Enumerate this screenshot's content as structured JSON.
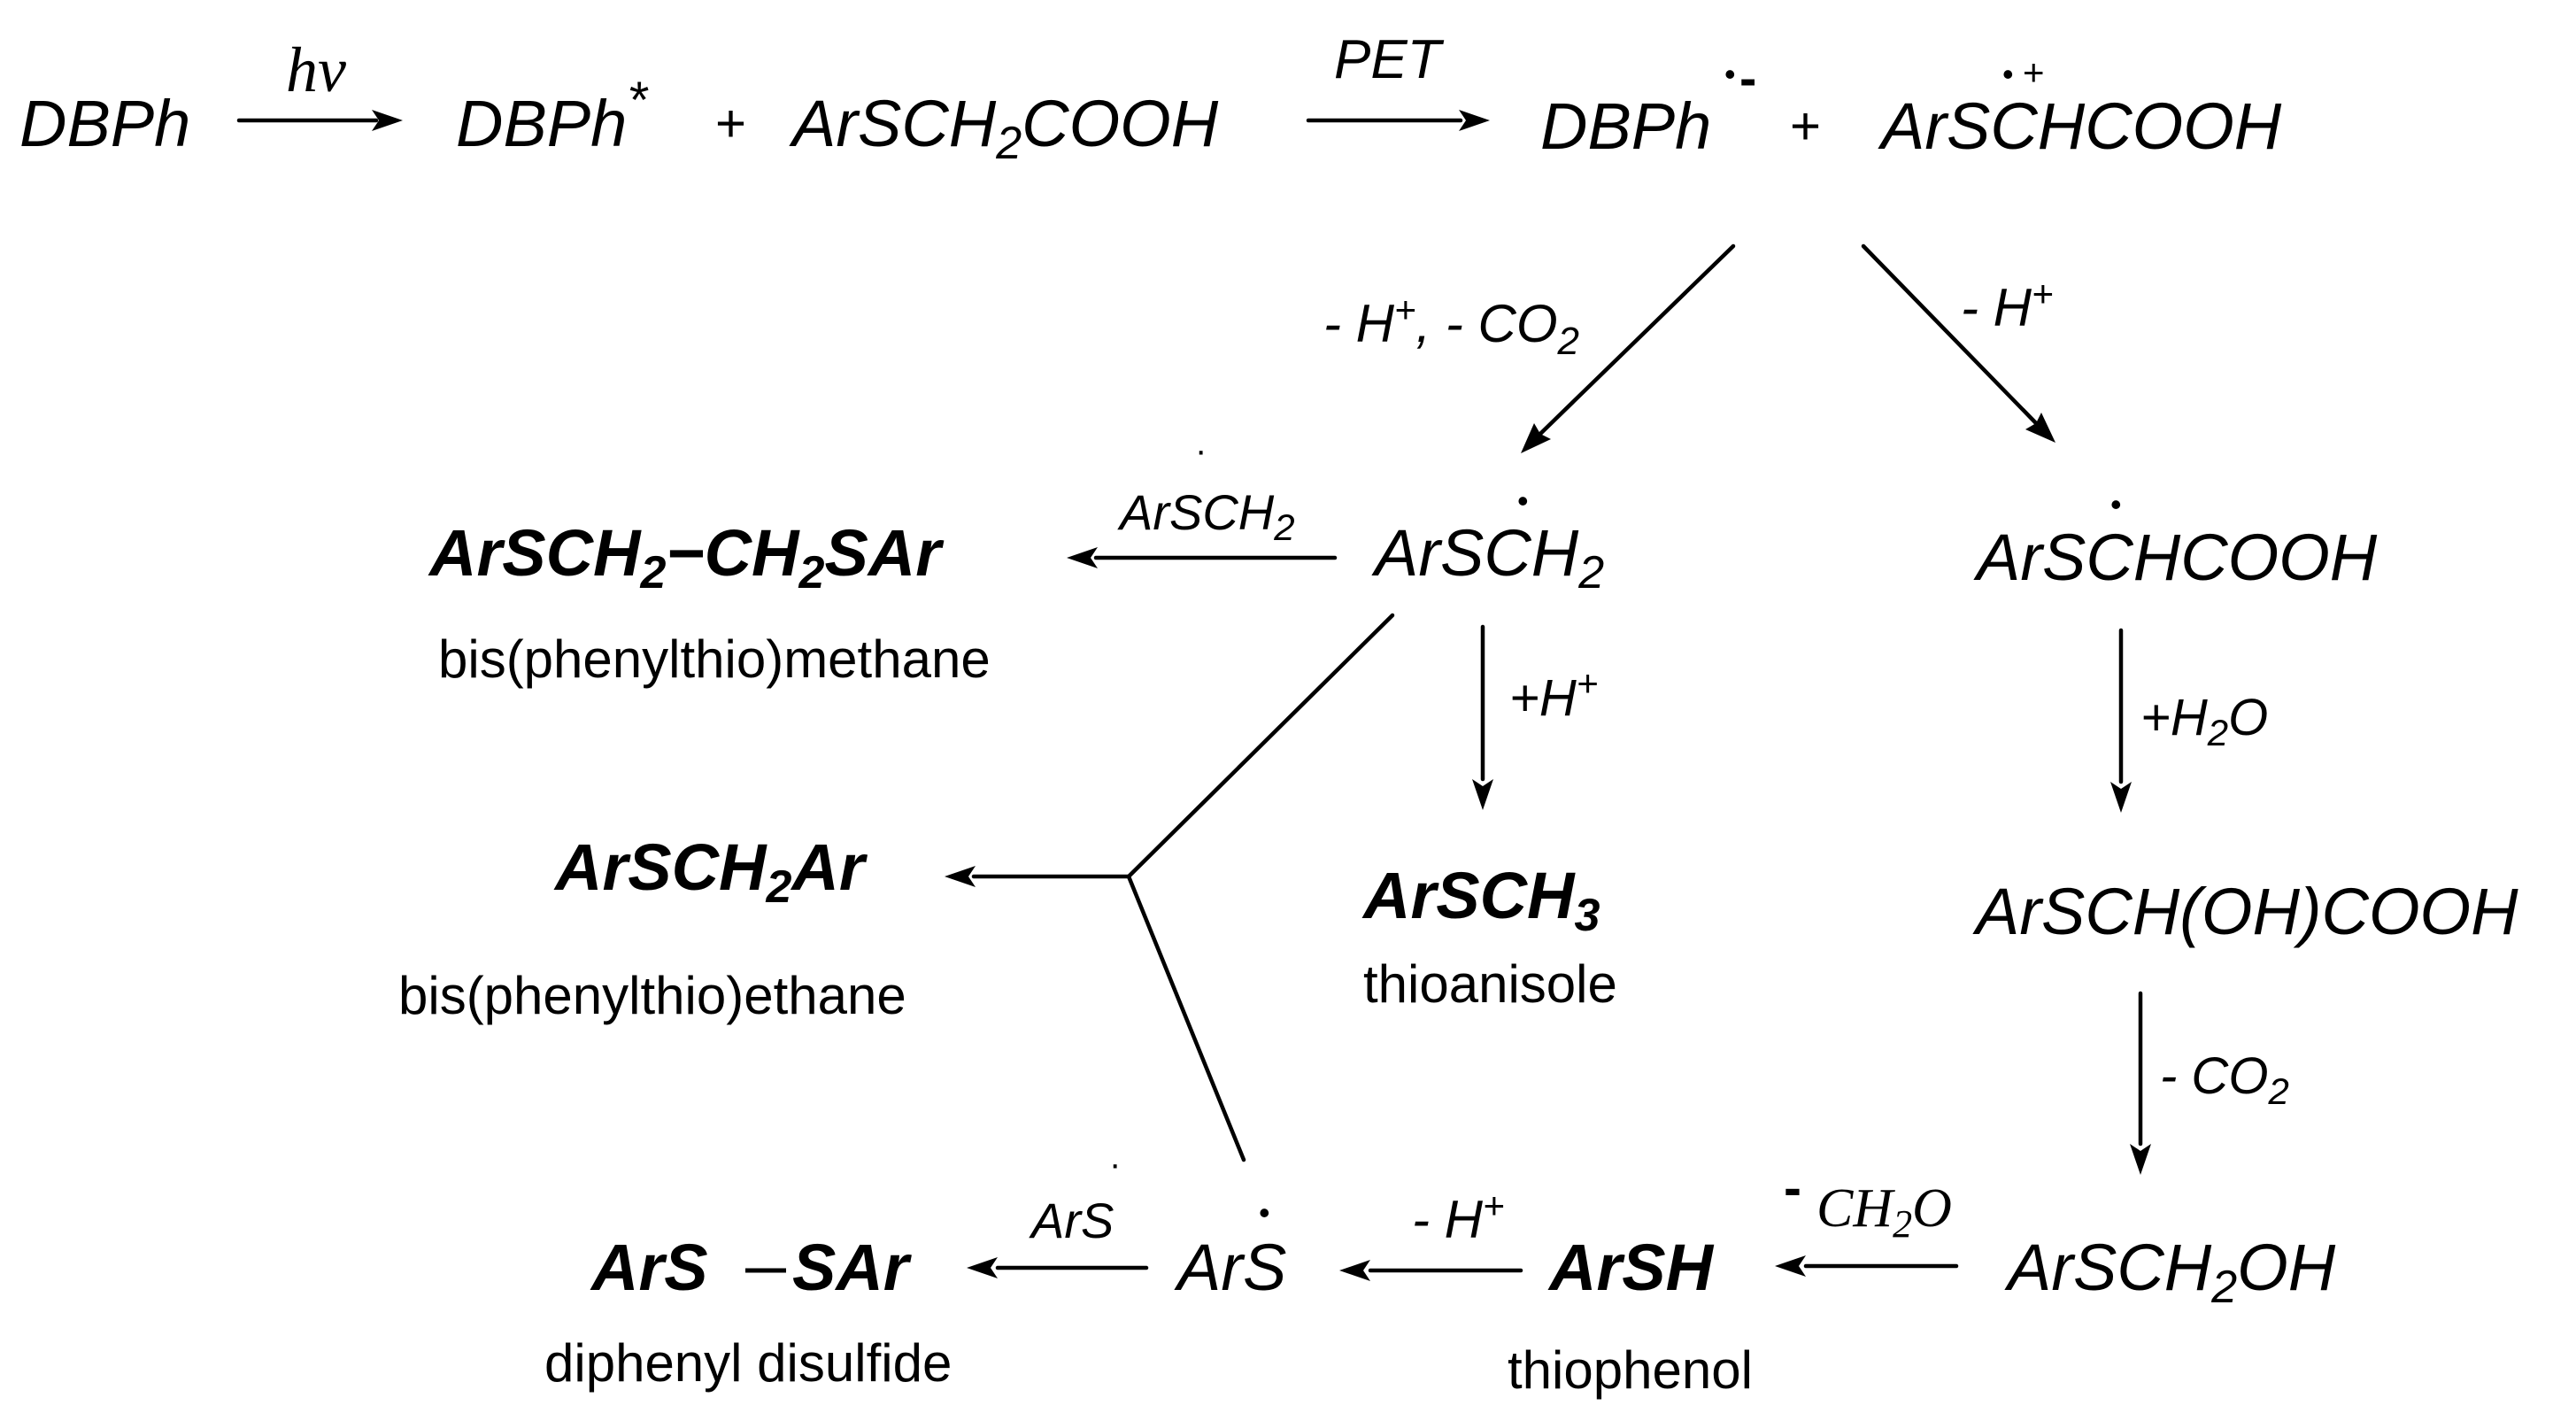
{
  "colors": {
    "ink": "#000000",
    "background": "#ffffff"
  },
  "row1": {
    "dbph": "DBPh",
    "hv": "hv",
    "dbph_star": "DBPh",
    "star": "*",
    "plus1": "+",
    "arsch2cooh_a": "ArSCH",
    "arsch2cooh_sub": "2",
    "arsch2cooh_b": "COOH",
    "pet": "PET",
    "dbph_anion": "DBPh",
    "anion_dot": "•",
    "anion_minus": "-",
    "plus2": "+",
    "radcat_a": "ArS",
    "radcat_dot": "•",
    "radcat_plus": "+",
    "radcat_b": "CHCOOH"
  },
  "conditions": {
    "left_branch_a": "- H",
    "left_branch_sup": "+",
    "left_branch_b": ", - CO",
    "left_branch_sub": "2",
    "right_branch_a": "- H",
    "right_branch_sup": "+",
    "arsch2_reagent_a": "ArSCH",
    "arsch2_reagent_sub": "2",
    "arsch2_reagent_dot": "·",
    "plus_h_a": "+H",
    "plus_h_sup": "+",
    "plus_h2o_a": "+H",
    "plus_h2o_sub": "2",
    "plus_h2o_b": "O",
    "minus_co2_a": "- CO",
    "minus_co2_sub": "2",
    "minus_ch2o_minus": "-",
    "minus_ch2o_a": "CH",
    "minus_ch2o_sub": "2",
    "minus_ch2o_b": "O",
    "minus_h_a": "- H",
    "minus_h_sup": "+",
    "ars_reagent": "ArS",
    "ars_reagent_dot": "·"
  },
  "species": {
    "arsch2_radical_a": "ArSCH",
    "arsch2_radical_sub": "2",
    "arsch2_radical_dot": "•",
    "arschcooh_radical_a": "ArS",
    "arschcooh_radical_b": "CHCOOH",
    "arschcooh_radical_dot": "•",
    "dimer_a": "ArSCH",
    "dimer_sub1": "2",
    "dimer_b": "−CH",
    "dimer_sub2": "2",
    "dimer_c": "SAr",
    "dimer_name": "bis(phenylthio)methane",
    "arsch2ar_a": "ArSCH",
    "arsch2ar_sub": "2",
    "arsch2ar_b": "Ar",
    "arsch2ar_name": "bis(phenylthio)ethane",
    "arsch3_a": "ArSCH",
    "arsch3_sub": "3",
    "arsch3_name": "thioanisole",
    "hydroxy_acid": "ArSCH(OH)COOH",
    "arsch2oh_a": "ArSCH",
    "arsch2oh_sub": "2",
    "arsch2oh_b": "OH",
    "disulfide_a": "ArS",
    "disulfide_bond": "—",
    "disulfide_b": "SAr",
    "disulfide_name": "diphenyl disulfide",
    "ars_radical": "ArS",
    "ars_radical_dot": "•",
    "arsh": "ArSH",
    "arsh_name": "thiophenol"
  }
}
